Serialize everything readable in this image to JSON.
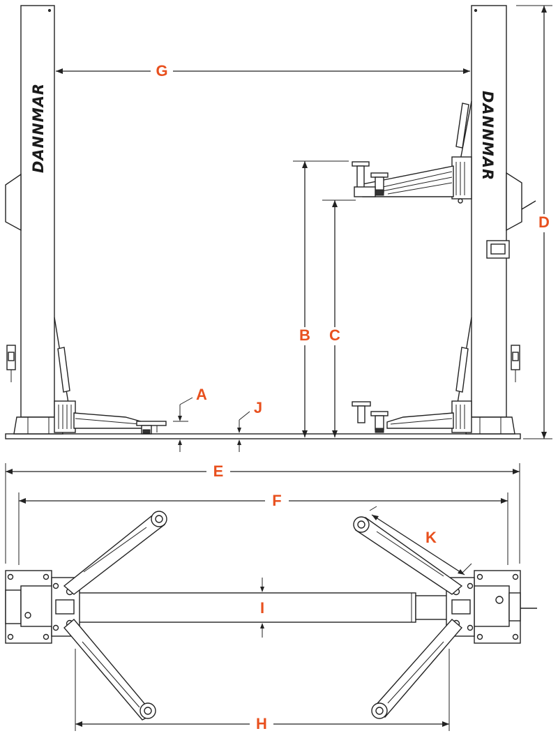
{
  "brand": {
    "name": "DANNMAR",
    "left_column": "DANNMAR",
    "right_column": "DANNMAR"
  },
  "dimensions": {
    "A": "A",
    "B": "B",
    "C": "C",
    "D": "D",
    "E": "E",
    "F": "F",
    "G": "G",
    "H": "H",
    "I": "I",
    "J": "J",
    "K": "K"
  },
  "colors": {
    "label": "#e8501e",
    "line": "#222222",
    "background": "#ffffff"
  },
  "views": [
    "front-elevation",
    "top-plan"
  ]
}
